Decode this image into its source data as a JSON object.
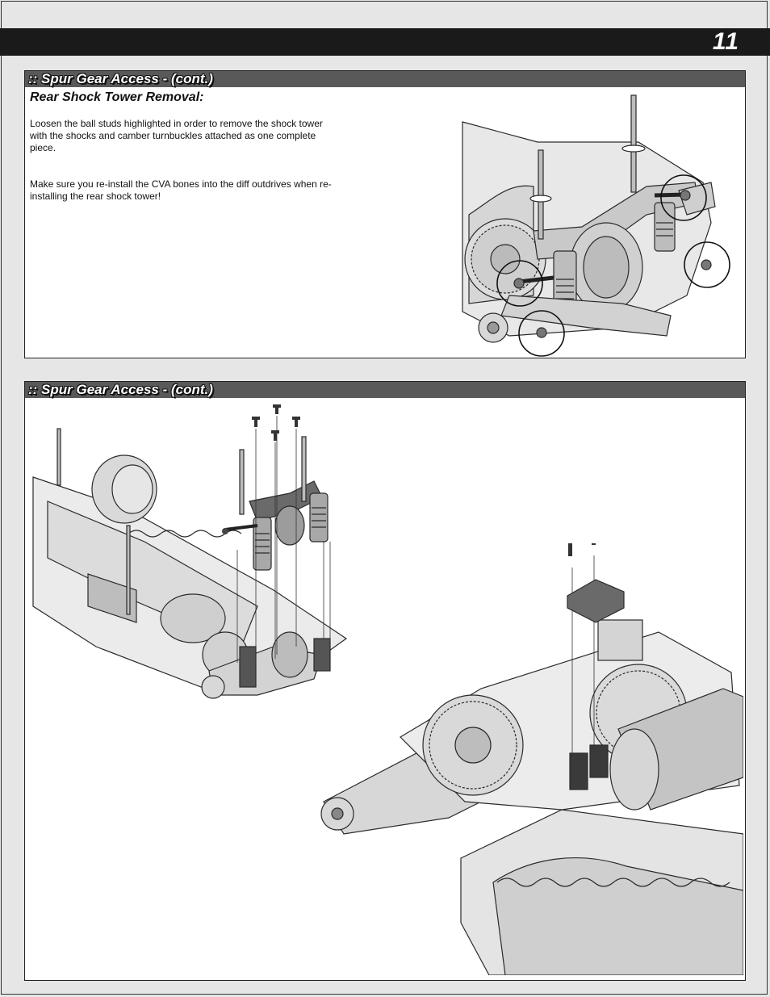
{
  "page": {
    "number": "11"
  },
  "sections": [
    {
      "title": ":: Spur Gear Access - (cont.)",
      "subtitle": "Rear Shock Tower Removal:",
      "paragraphs": [
        "Loosen the ball studs highlighted in order to remove the shock tower with the shocks and camber turnbuckles attached as one complete piece.",
        "Make sure you re-install the CVA bones into the diff outdrives when re-installing the rear shock tower!"
      ]
    },
    {
      "title": ":: Spur Gear Access - (cont.)"
    }
  ],
  "colors": {
    "header_bar": "#1a1a1a",
    "section_header": "#595959",
    "page_bg": "#e6e6e6"
  }
}
